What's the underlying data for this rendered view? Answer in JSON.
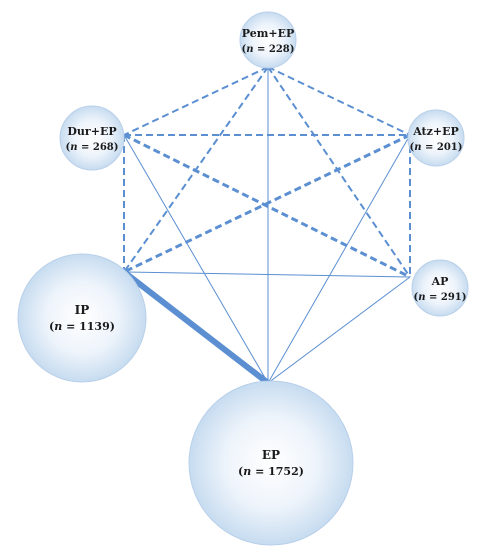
{
  "colors": {
    "edge": "#5b8fd1",
    "node_fill_center": "#ffffff",
    "node_fill_edge": "#c7dcf0",
    "node_stroke": "#b9d0ea",
    "text": "#1a1a1a"
  },
  "nodes": [
    {
      "id": "pem_ep",
      "label": "Pem+EP",
      "n_prefix": "n",
      "n_value": "= 228"
    },
    {
      "id": "dur_ep",
      "label": "Dur+EP",
      "n_prefix": "n",
      "n_value": "= 268"
    },
    {
      "id": "atz_ep",
      "label": "Atz+EP",
      "n_prefix": "n",
      "n_value": "= 201"
    },
    {
      "id": "ap",
      "label": "AP",
      "n_prefix": "n",
      "n_value": "= 291"
    },
    {
      "id": "ip",
      "label": "IP",
      "n_prefix": "n",
      "n_value": "= 1139"
    },
    {
      "id": "ep",
      "label": "EP",
      "n_prefix": "n",
      "n_value": "= 1752"
    }
  ],
  "edges": [
    {
      "from": "pem_ep",
      "to": "dur_ep",
      "style": "dashed",
      "weight": 2
    },
    {
      "from": "pem_ep",
      "to": "atz_ep",
      "style": "dashed",
      "weight": 2
    },
    {
      "from": "pem_ep",
      "to": "ip",
      "style": "dashed",
      "weight": 2
    },
    {
      "from": "pem_ep",
      "to": "ap",
      "style": "dashed",
      "weight": 2
    },
    {
      "from": "pem_ep",
      "to": "ep",
      "style": "solid",
      "weight": 1
    },
    {
      "from": "dur_ep",
      "to": "atz_ep",
      "style": "dashed",
      "weight": 2
    },
    {
      "from": "dur_ep",
      "to": "ip",
      "style": "dashed",
      "weight": 2
    },
    {
      "from": "dur_ep",
      "to": "ap",
      "style": "dashed",
      "weight": 3
    },
    {
      "from": "dur_ep",
      "to": "ep",
      "style": "solid",
      "weight": 1
    },
    {
      "from": "atz_ep",
      "to": "ip",
      "style": "dashed",
      "weight": 3
    },
    {
      "from": "atz_ep",
      "to": "ap",
      "style": "dashed",
      "weight": 2
    },
    {
      "from": "atz_ep",
      "to": "ep",
      "style": "solid",
      "weight": 1
    },
    {
      "from": "ip",
      "to": "ap",
      "style": "solid",
      "weight": 1
    },
    {
      "from": "ip",
      "to": "ep",
      "style": "solid",
      "weight": 6
    },
    {
      "from": "ap",
      "to": "ep",
      "style": "solid",
      "weight": 1
    }
  ]
}
